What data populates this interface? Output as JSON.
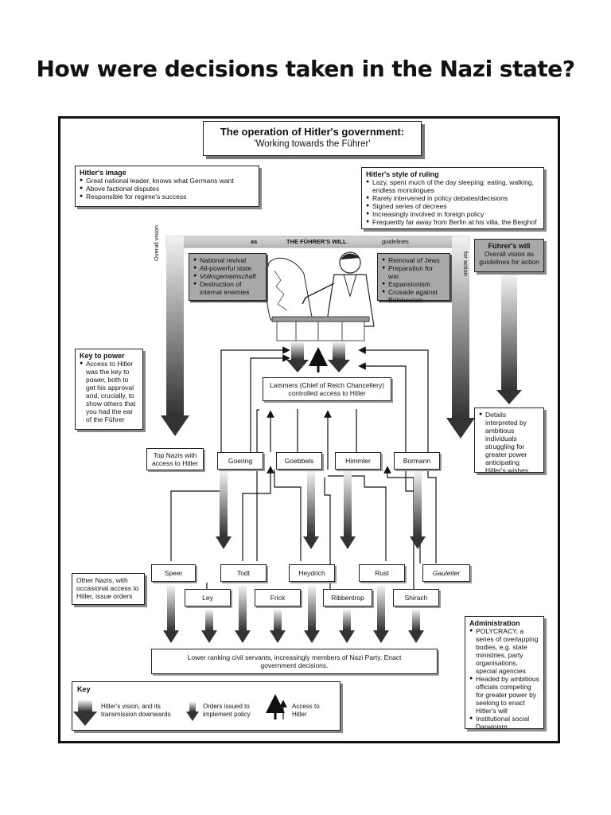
{
  "page_title": "How were decisions taken in the Nazi state?",
  "diagram": {
    "title": "The operation of Hitler's government:",
    "subtitle": "'Working towards the Führer'",
    "hitlers_image": {
      "heading": "Hitler's image",
      "items": [
        "Great national leader, knows what Germans want",
        "Above factional disputes",
        "Responsible for regime's success"
      ]
    },
    "style_of_ruling": {
      "heading": "Hitler's style of ruling",
      "items": [
        "Lazy, spent much of the day sleeping, eating, walking, endless monologues",
        "Rarely intervened in policy debates/decisions",
        "Signed series of decrees",
        "Increasingly involved in foreign policy",
        "Frequently far away from Berlin at his villa, the Berghof"
      ]
    },
    "band": {
      "left_vertical": "Overall vision",
      "as": "as",
      "center": "THE FÜHRER'S WILL",
      "guidelines": "guidelines",
      "right_vertical": "for action"
    },
    "vision_left": [
      "National revival",
      "All-powerful state",
      "Volksgemeinschaft",
      "Destruction of internal enemies"
    ],
    "vision_right": [
      "Removal of Jews",
      "Preparation for war",
      "Expansionism",
      "Crusade against Bolshevism"
    ],
    "fuhrers_will": {
      "heading": "Führer's will",
      "text": "Overall vision as guidelines for action"
    },
    "key_to_power": {
      "heading": "Key to power",
      "items": [
        "Access to Hitler was the key to power, both to get his approval and, crucially, to show others that you had the ear of the Führer"
      ]
    },
    "lammers": "Lammers (Chief of Reich Chancellery) controlled access to Hitler",
    "details_box": {
      "items": [
        "Details interpreted by ambitious individuals struggling for greater power anticipating Hitler's wishes"
      ]
    },
    "top_nazis": "Top Nazis with access to Hitler",
    "top_names": [
      "Goering",
      "Goebbels",
      "Himmler",
      "Bormann"
    ],
    "other_nazis": "Other Nazis, with occasional access to Hitler, issue orders",
    "row1_names": [
      "Speer",
      "Todt",
      "Heydrich",
      "Rust",
      "Gauleiter"
    ],
    "row2_names": [
      "Ley",
      "Frick",
      "Ribbentrop",
      "Shirach"
    ],
    "lower": "Lower ranking civil servants, increasingly members of Nazi Party. Enact government decisions.",
    "administration": {
      "heading": "Administration",
      "items": [
        "POLYCRACY, a series of overlapping bodies, e.g. state ministries, party organisations, special agencies",
        "Headed by ambitious officials competing for greater power by seeking to enact Hitler's will",
        "Institutional social Darwinism"
      ]
    },
    "key": {
      "heading": "Key",
      "vision": "Hitler's vision, and its transmission downwards",
      "orders": "Orders issued to implement policy",
      "access": "Access to Hitler"
    },
    "colors": {
      "grey_box": "#a9a9a9",
      "arrow_dark": "#444444",
      "arrow_light": "#e8e8e8"
    }
  }
}
